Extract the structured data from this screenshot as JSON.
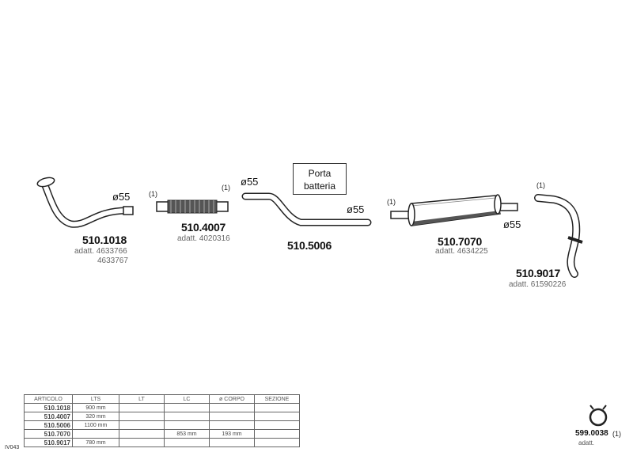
{
  "parts": [
    {
      "code": "510.1018",
      "adapt": "adatt. 4633766",
      "adapt2": "4633767",
      "diameter": "ø55"
    },
    {
      "code": "510.4007",
      "adapt": "adatt. 4020316",
      "note_left": "(1)",
      "note_right": "(1)"
    },
    {
      "code": "510.5006",
      "diameter_left": "ø55",
      "diameter_right": "ø55"
    },
    {
      "code": "510.7070",
      "adapt": "adatt. 4634225",
      "note": "(1)",
      "diameter": "ø55"
    },
    {
      "code": "510.9017",
      "adapt": "adatt. 61590226",
      "note": "(1)"
    },
    {
      "code": "599.0038",
      "note": "(1)",
      "adapt": "adatt."
    }
  ],
  "porta": {
    "line1": "Porta",
    "line2": "batteria"
  },
  "table": {
    "headers": [
      "ARTICOLO",
      "LTS",
      "LT",
      "LC",
      "ø CORPO",
      "SEZIONE"
    ],
    "rows": [
      [
        "510.1018",
        "900  mm",
        "",
        "",
        "",
        ""
      ],
      [
        "510.4007",
        "320  mm",
        "",
        "",
        "",
        ""
      ],
      [
        "510.5006",
        "1100 mm",
        "",
        "",
        "",
        ""
      ],
      [
        "510.7070",
        "",
        "",
        "853  mm",
        "193  mm",
        ""
      ],
      [
        "510.9017",
        "780  mm",
        "",
        "",
        "",
        ""
      ]
    ]
  },
  "reference": "IV043"
}
